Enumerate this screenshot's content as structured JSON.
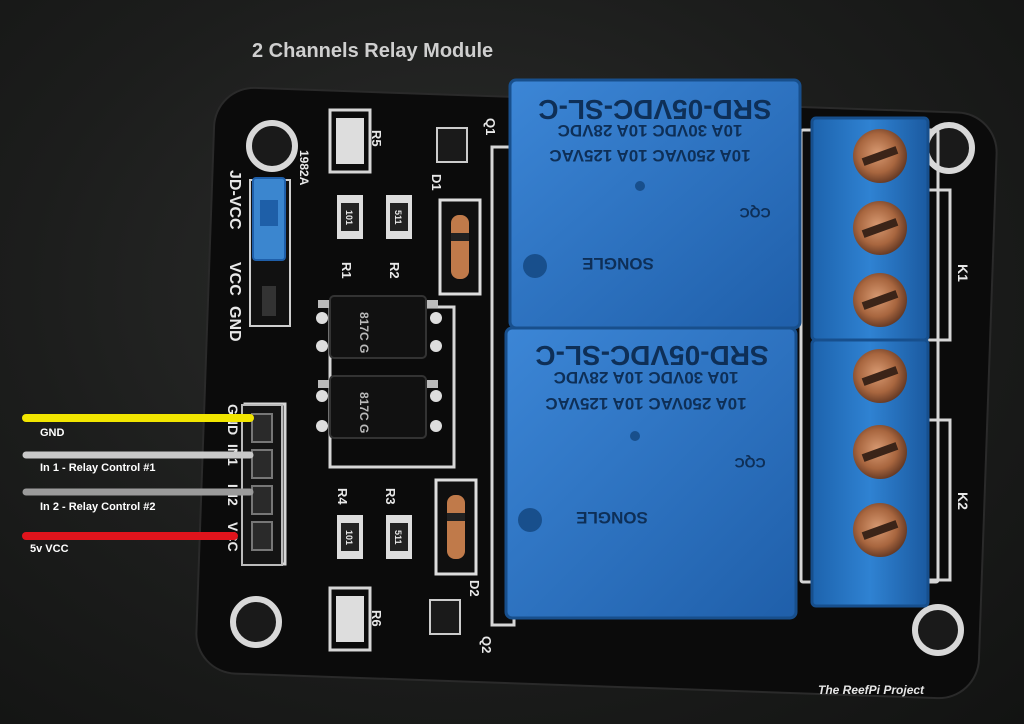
{
  "title": "2 Channels Relay Module",
  "credit": "The ReefPi Project",
  "wires": [
    {
      "label": "GND",
      "color": "#f2e600"
    },
    {
      "label": "In 1 - Relay Control #1",
      "color": "#c9c9c9"
    },
    {
      "label": "In 2 - Relay Control #2",
      "color": "#9b9b9b"
    },
    {
      "label": "5v VCC",
      "color": "#e0141c"
    }
  ],
  "board": {
    "jumper_labels": {
      "jd_vcc": "JD-VCC",
      "vcc": "VCC",
      "gnd": "GND"
    },
    "header_pins": [
      "GND",
      "IN1",
      "IN2",
      "VCC"
    ],
    "part_number": "1982A",
    "relay_labels": [
      "K1",
      "K2"
    ],
    "transistors": [
      "Q1",
      "Q2"
    ],
    "diodes": [
      "D1",
      "D2"
    ],
    "resistors": [
      "R1",
      "R2",
      "R3",
      "R4",
      "R5",
      "R6"
    ],
    "smd_codes": [
      "101",
      "511",
      "101",
      "511"
    ],
    "optocouplers": [
      "817C G",
      "817C G"
    ]
  },
  "relays": [
    {
      "model": "SRD-05VDC-SL-C",
      "ratings": [
        "10A 250VAC  10A 125VAC",
        "10A 30VDC  10A 28VDC"
      ],
      "brand": "SONGLE",
      "cert": "CQC"
    },
    {
      "model": "SRD-05VDC-SL-C",
      "ratings": [
        "10A 250VAC  10A 125VAC",
        "10A 30VDC  10A 28VDC"
      ],
      "brand": "SONGLE",
      "cert": "CQC"
    }
  ],
  "colors": {
    "pcb": "#0d0d0d",
    "relay": "#2a6fc0",
    "terminal": "#2574c2",
    "jumper": "#3b86cf"
  }
}
